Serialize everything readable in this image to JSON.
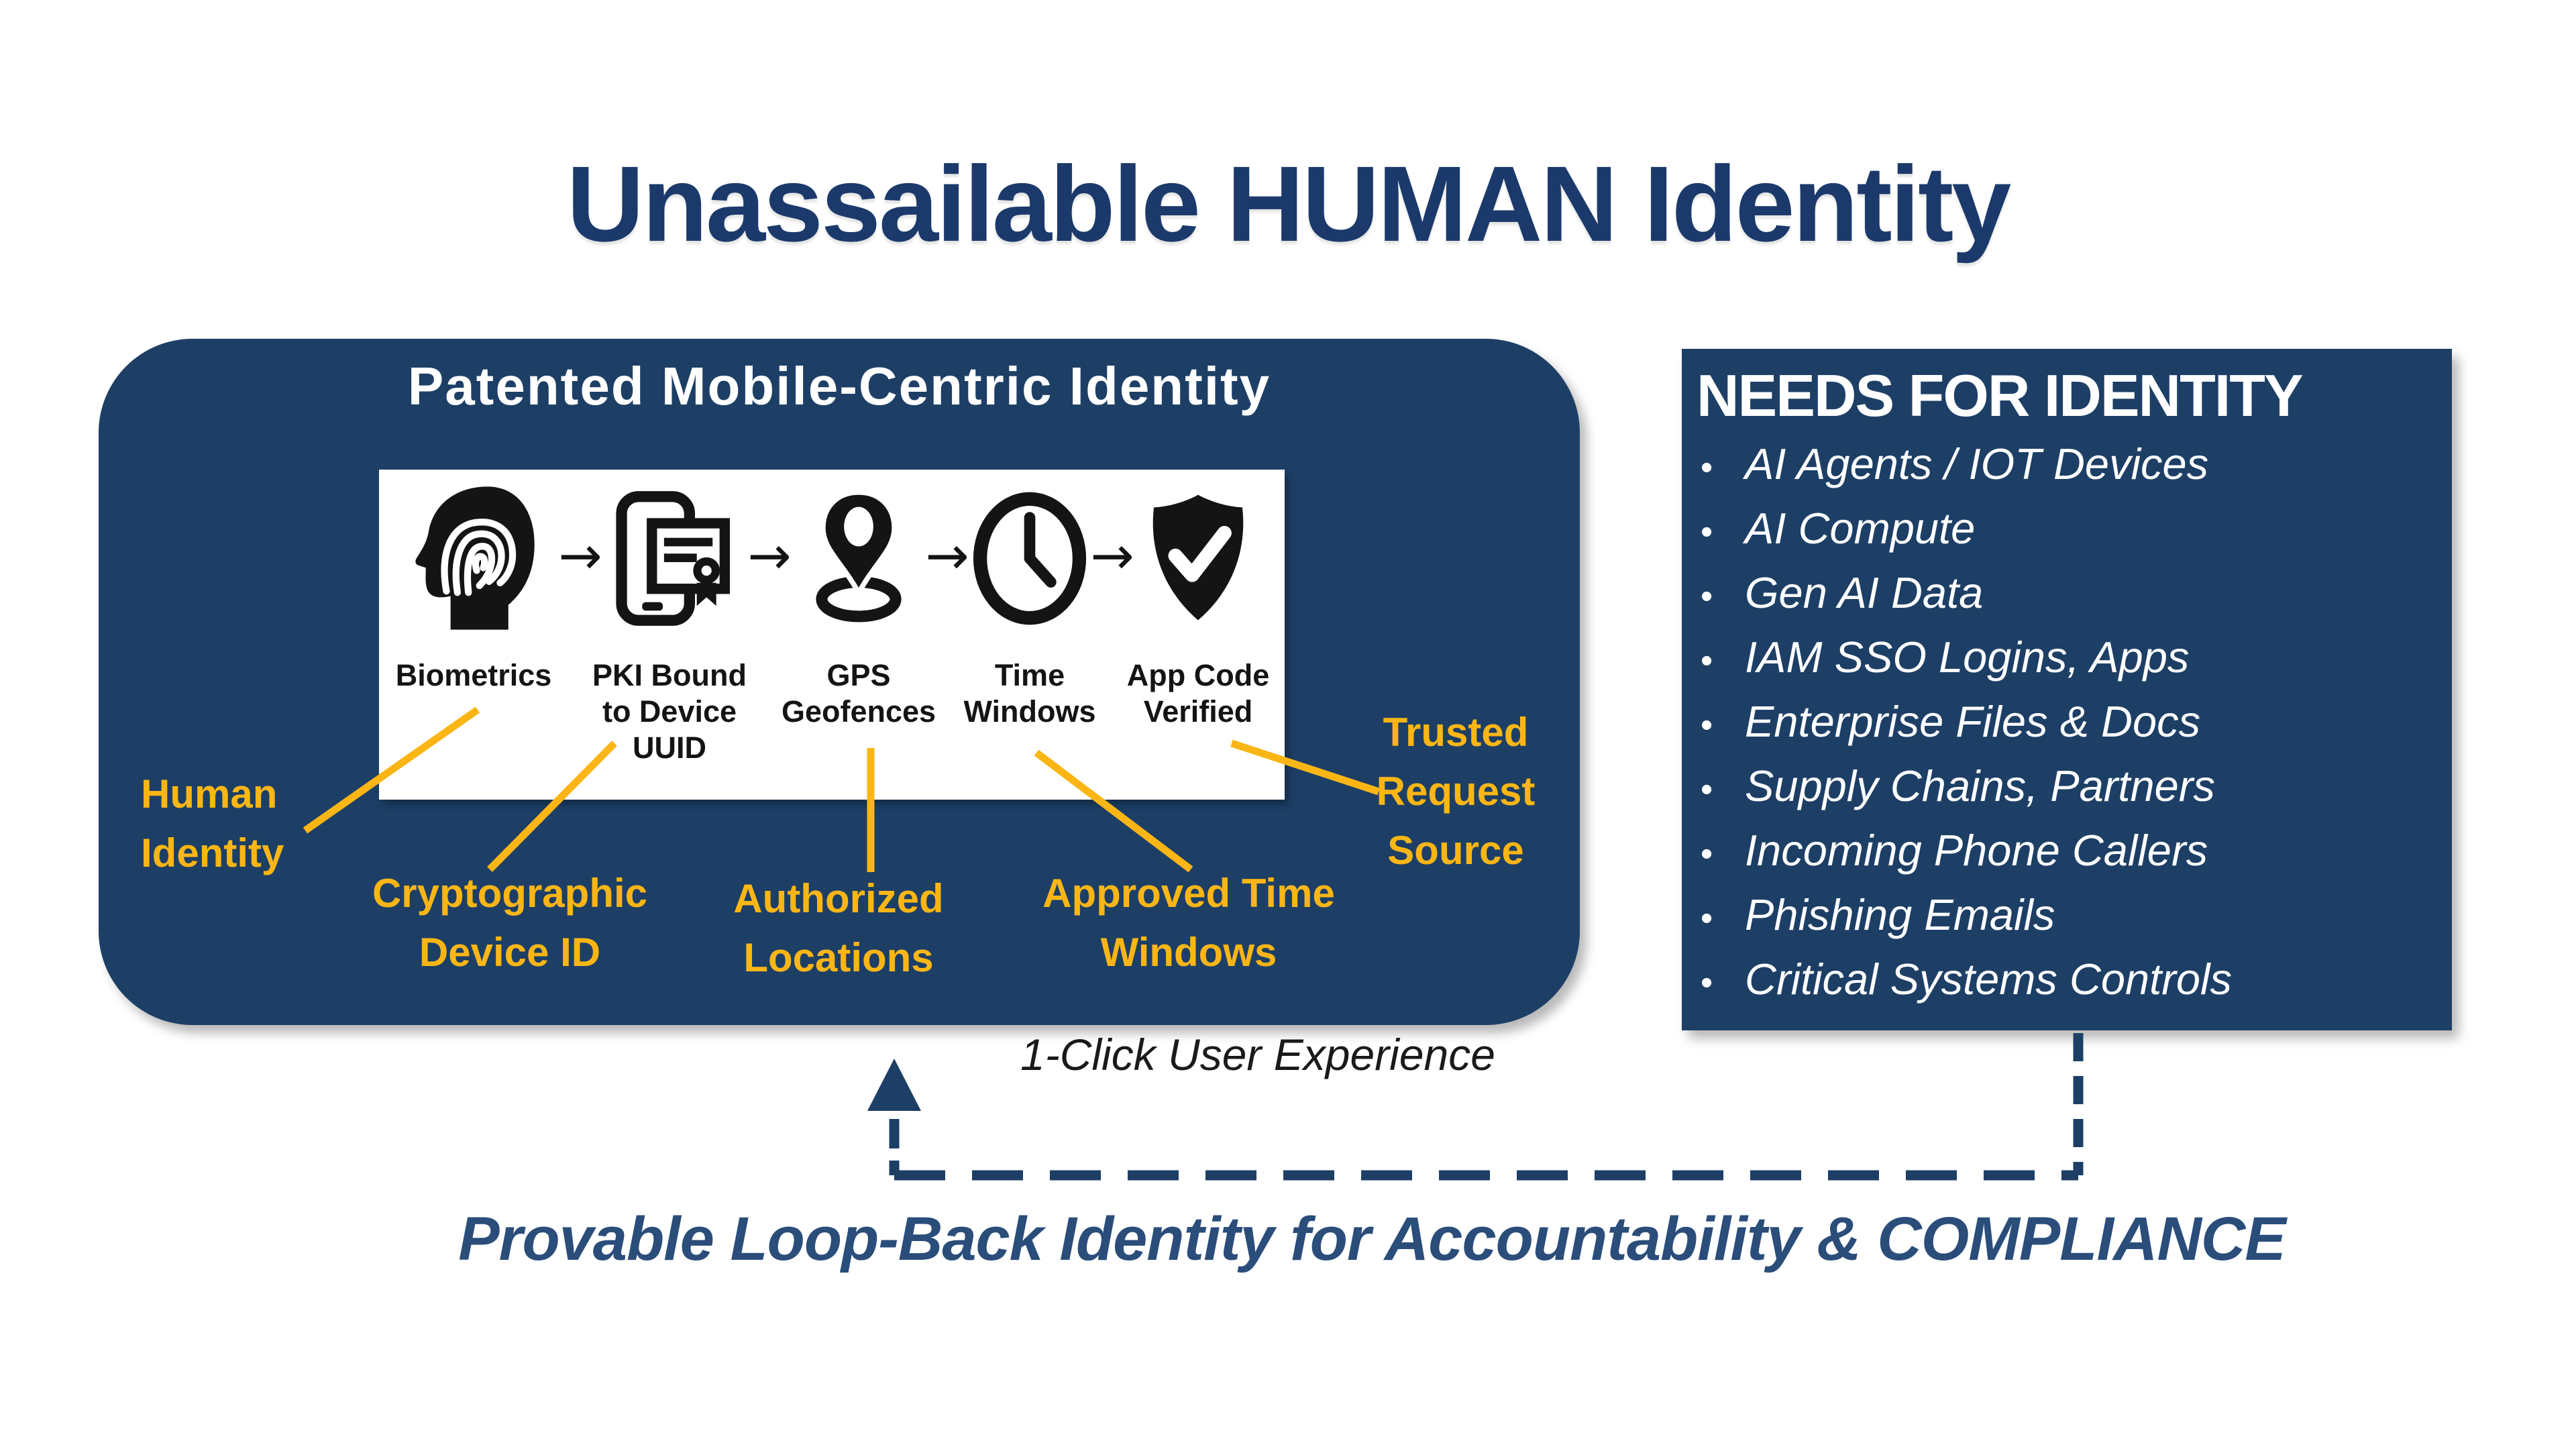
{
  "page": {
    "title": "Unassailable HUMAN Identity",
    "bottom_caption": "Provable Loop-Back Identity for Accountability & COMPLIANCE",
    "colors": {
      "panel_navy": "#1d3f66",
      "title_navy": "#1b3a6b",
      "caption_navy": "#2a4d7a",
      "accent_gold": "#fbb615",
      "icon_black": "#141414",
      "white": "#ffffff"
    }
  },
  "left_panel": {
    "heading": "Patented Mobile-Centric Identity",
    "caption": "1-Click User Experience",
    "arrow_glyph": "→",
    "steps": [
      {
        "icon": "fingerprint-head-icon",
        "label_lines": [
          "Biometrics"
        ],
        "callout_lines": [
          "Human",
          "Identity"
        ]
      },
      {
        "icon": "device-certificate-icon",
        "label_lines": [
          "PKI Bound",
          "to Device",
          "UUID"
        ],
        "callout_lines": [
          "Cryptographic",
          "Device ID"
        ]
      },
      {
        "icon": "gps-pin-icon",
        "label_lines": [
          "GPS",
          "Geofences"
        ],
        "callout_lines": [
          "Authorized",
          "Locations"
        ]
      },
      {
        "icon": "clock-icon",
        "label_lines": [
          "Time",
          "Windows"
        ],
        "callout_lines": [
          "Approved Time",
          "Windows"
        ]
      },
      {
        "icon": "shield-check-icon",
        "label_lines": [
          "App Code",
          "Verified"
        ],
        "callout_lines": [
          "Trusted",
          "Request",
          "Source"
        ]
      }
    ]
  },
  "right_panel": {
    "heading": "NEEDS FOR IDENTITY",
    "bullet_char": "•",
    "items": [
      "AI Agents / IOT Devices",
      "AI Compute",
      "Gen AI Data",
      "IAM SSO Logins, Apps",
      "Enterprise Files & Docs",
      "Supply Chains, Partners",
      "Incoming Phone Callers",
      "Phishing Emails",
      "Critical Systems Controls"
    ]
  }
}
